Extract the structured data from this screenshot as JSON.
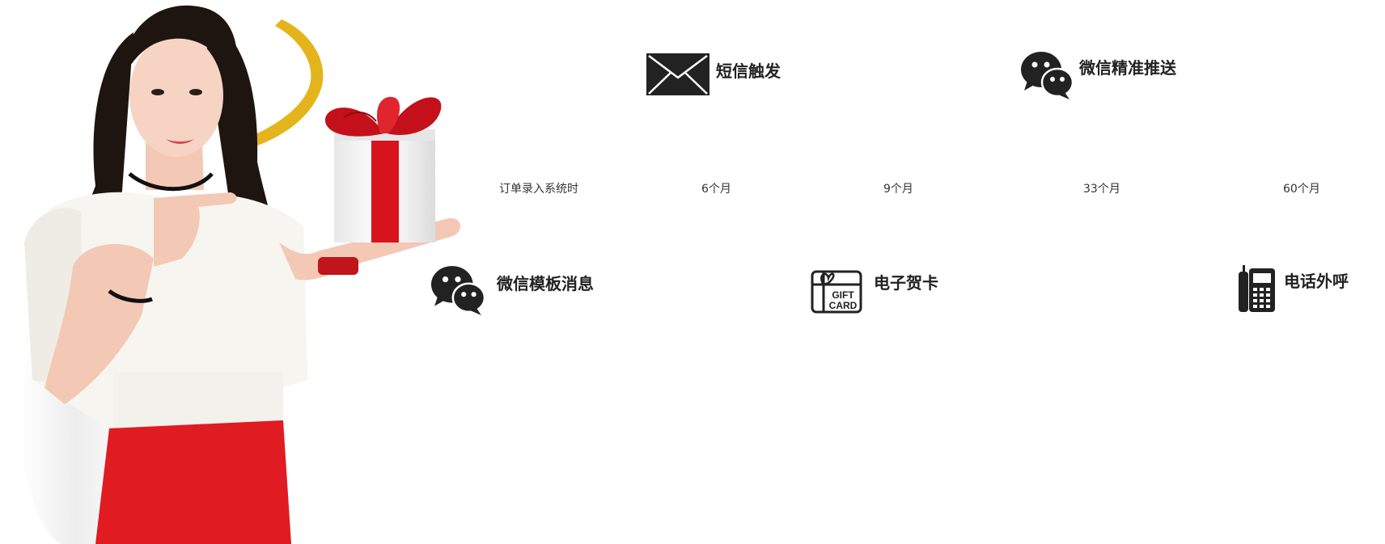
{
  "features": {
    "sms": {
      "label": "短信触发",
      "icon": "envelope-icon"
    },
    "wechat_push": {
      "label": "微信精准推送",
      "icon": "wechat-icon"
    },
    "wechat_template": {
      "label": "微信模板消息",
      "icon": "wechat-icon"
    },
    "gift_card": {
      "label": "电子贺卡",
      "icon": "gift-card-icon",
      "icon_text_1": "GIFT",
      "icon_text_2": "CARD"
    },
    "phone_call": {
      "label": "电话外呼",
      "icon": "phone-icon"
    }
  },
  "timeline": {
    "order_entry": "订单录入系统时",
    "m6": "6个月",
    "m9": "9个月",
    "m33": "33个月",
    "m60": "60个月"
  },
  "colors": {
    "icon": "#222222",
    "gift_red": "#d7141c",
    "ribbon_gold": "#e4b41c",
    "shirt_white": "#f7f5f0",
    "skirt_red": "#e01b22"
  }
}
